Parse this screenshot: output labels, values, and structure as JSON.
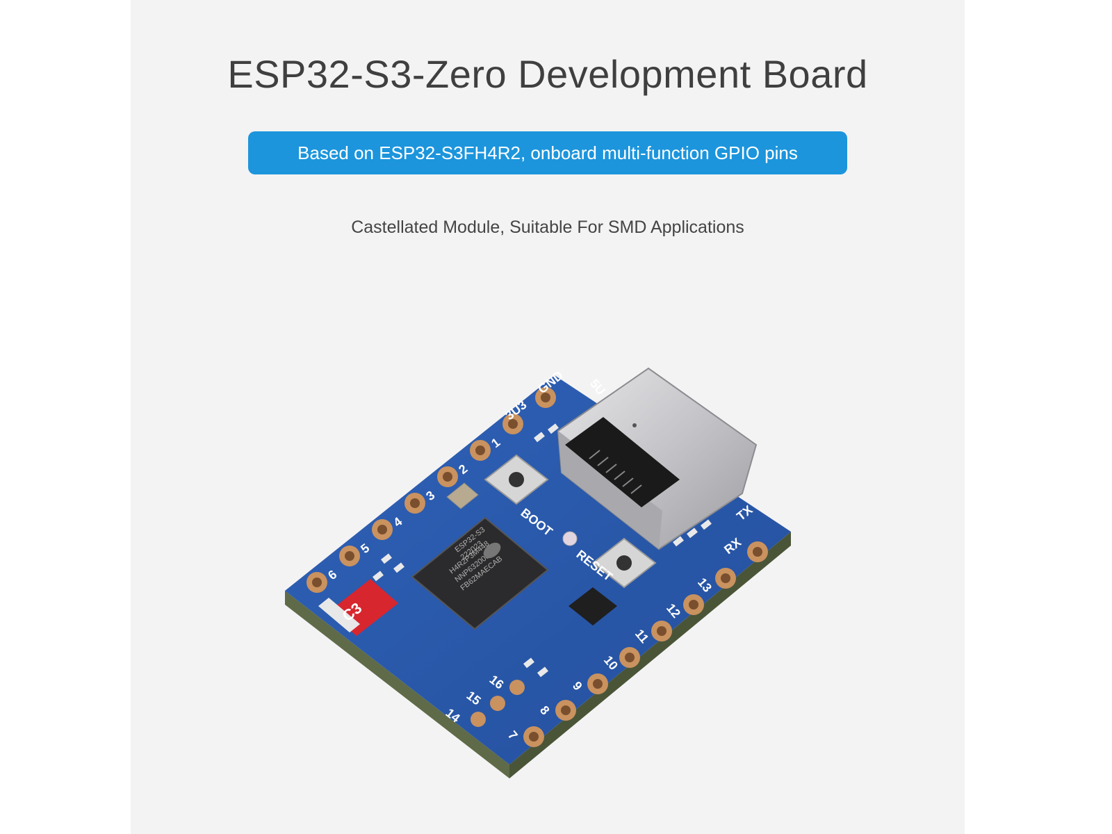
{
  "page": {
    "title": "ESP32-S3-Zero Development Board",
    "banner": "Based on ESP32-S3FH4R2, onboard multi-function GPIO pins",
    "subtitle": "Castellated Module, Suitable For SMD Applications"
  },
  "board": {
    "pin_labels_left": [
      "GND",
      "3U3",
      "1",
      "2",
      "3",
      "4",
      "5",
      "6"
    ],
    "pin_labels_right": [
      "TX",
      "RX",
      "13",
      "12",
      "11",
      "10",
      "9",
      "8",
      "7"
    ],
    "pin_labels_bottom": [
      "16",
      "15",
      "14"
    ],
    "pin_label_top": "5U",
    "button_labels": [
      "BOOT",
      "RESET"
    ],
    "chip_marking": [
      "ESP32-S3",
      "222023",
      "H4R2P3M448",
      "NNP632000",
      "FB62MAECAB"
    ],
    "antenna_label": "C3",
    "colors": {
      "accent": "#1c95dc",
      "pcb": "#2a57a8",
      "gold_pad": "#c9925f",
      "chip": "#2b2b2d",
      "usb_metal": "#c9c9cc",
      "antenna": "#d8262f"
    }
  }
}
